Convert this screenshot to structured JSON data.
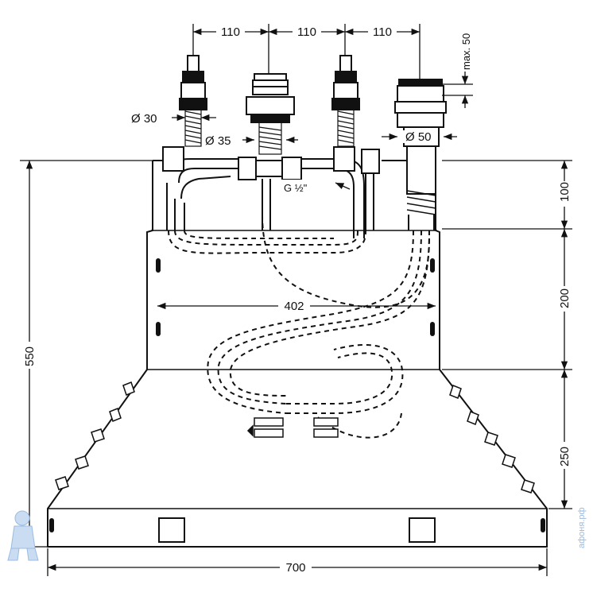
{
  "diagram": {
    "dimensions": {
      "top_spacing_1": "110",
      "top_spacing_2": "110",
      "top_spacing_3": "110",
      "max_height": "max. 50",
      "dia_30": "Ø 30",
      "dia_35": "Ø 35",
      "dia_50": "Ø 50",
      "thread": "G ½\"",
      "right_upper": "100",
      "right_middle": "200",
      "right_lower": "250",
      "left_total": "550",
      "inner_width": "402",
      "bottom_width": "700"
    },
    "watermark": "афоня.рф",
    "colors": {
      "line": "#111111",
      "watermark": "#9bbbe0"
    }
  }
}
